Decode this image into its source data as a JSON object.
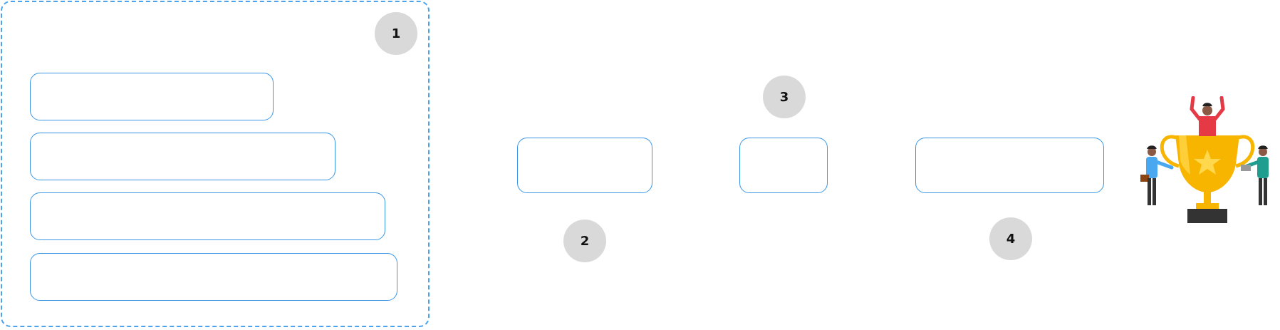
{
  "badges": {
    "b1": "1",
    "b2": "2",
    "b3": "3",
    "b4": "4"
  },
  "colors": {
    "box_border": "#3b97e6",
    "dashed_border": "#4aa3ec",
    "badge_fill": "#d9d9d9",
    "trophy_gold": "#f7b500",
    "person_red": "#e63946",
    "person_blue": "#4aa8f0",
    "person_teal": "#1f9e8f"
  },
  "illustration": {
    "icon": "trophy-with-people-icon"
  }
}
